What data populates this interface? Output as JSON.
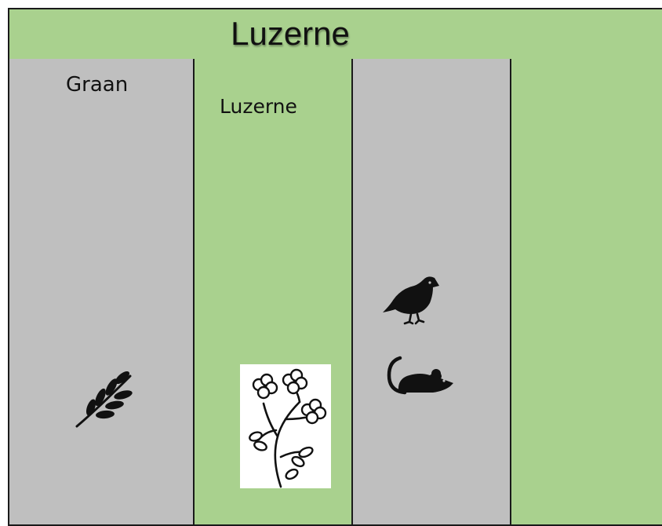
{
  "title": "Luzerne",
  "columns": [
    {
      "label": "Graan",
      "color": "#bfbfbf",
      "icons": [
        "wheat-icon"
      ]
    },
    {
      "label": "Luzerne",
      "color": "#a9d18e",
      "icons": [
        "alfalfa-icon"
      ]
    },
    {
      "label": "",
      "color": "#bfbfbf",
      "icons": [
        "bird-icon",
        "mouse-icon"
      ]
    },
    {
      "label": "",
      "color": "#a9d18e",
      "icons": []
    }
  ],
  "colors": {
    "green": "#a9d18e",
    "grey": "#bfbfbf",
    "border": "#1a1a1a"
  }
}
